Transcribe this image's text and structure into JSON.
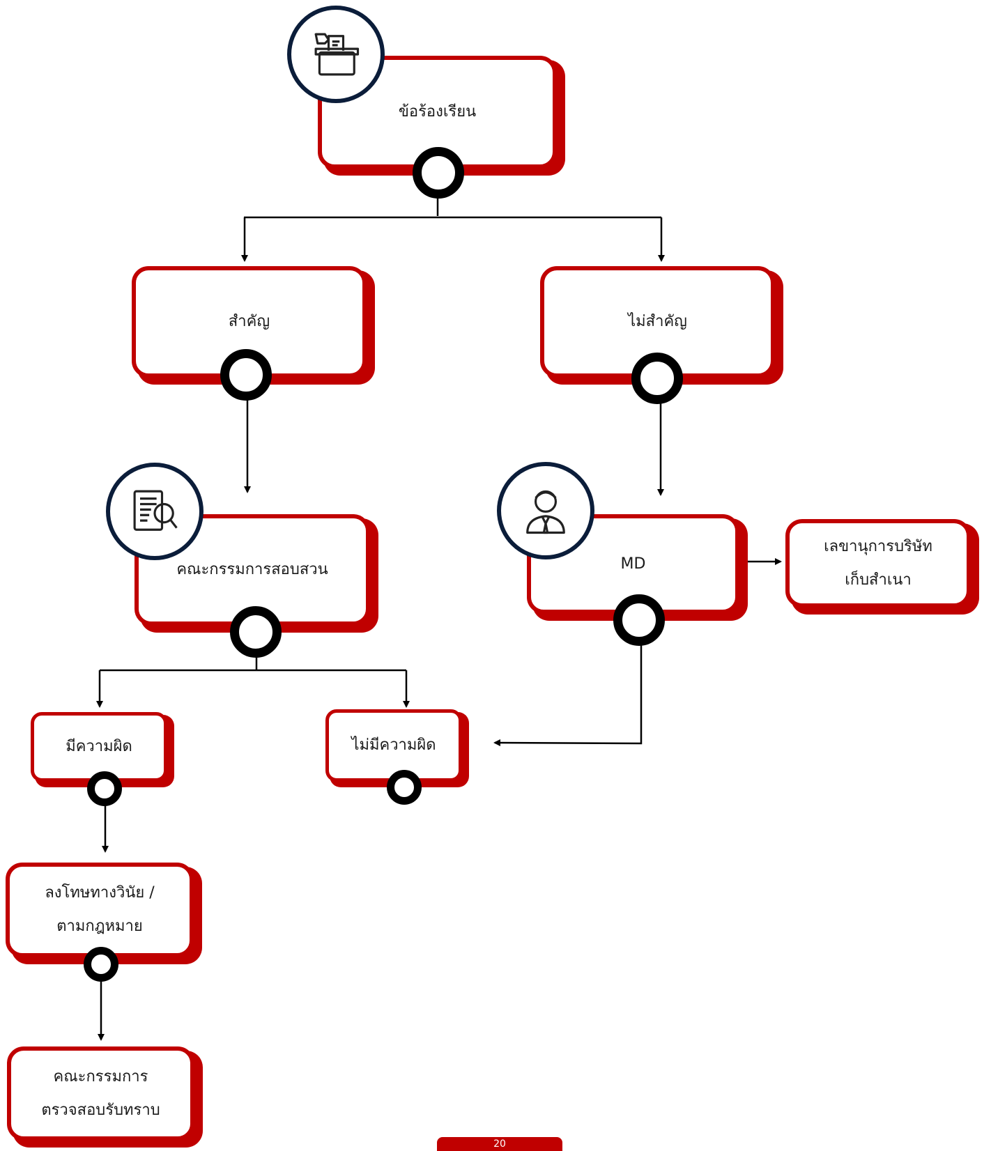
{
  "colors": {
    "accent": "#c00000",
    "knob": "#000000",
    "badge_ring": "#0b1d3a",
    "line": "#000000"
  },
  "nodes": {
    "complaint": {
      "label": "ข้อร้องเรียน",
      "icon": "ballot-box-icon"
    },
    "important": {
      "label": "สำคัญ"
    },
    "not_important": {
      "label": "ไม่สำคัญ"
    },
    "committee": {
      "label": "คณะกรรมการสอบสวน",
      "icon": "document-search-icon"
    },
    "md": {
      "label": "MD",
      "icon": "businessman-icon"
    },
    "secretary": {
      "line1": "เลขานุการบริษัท",
      "line2": "เก็บสำเนา"
    },
    "guilty": {
      "label": "มีความผิด"
    },
    "not_guilty": {
      "label": "ไม่มีความผิด"
    },
    "penalty": {
      "line1": "ลงโทษทางวินัย /",
      "line2": "ตามกฎหมาย"
    },
    "audit": {
      "line1": "คณะกรรมการ",
      "line2": "ตรวจสอบรับทราบ"
    }
  },
  "page_number": "20"
}
